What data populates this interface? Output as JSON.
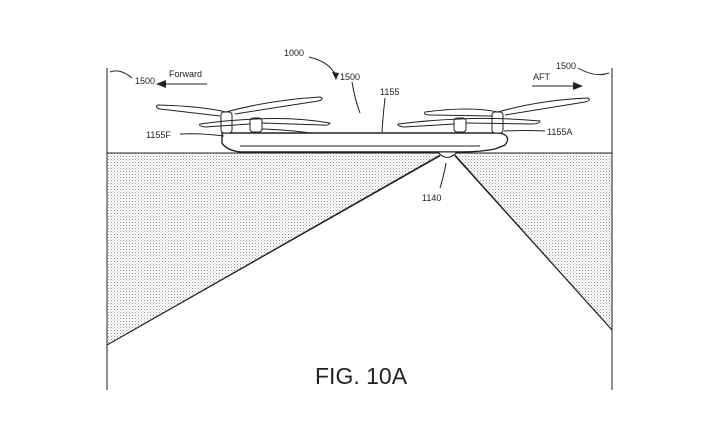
{
  "figure": {
    "caption": "FIG. 10A",
    "labels": {
      "system": "1000",
      "vehicle_top": "1500",
      "fuselage": "1155",
      "forward_end": "1155F",
      "aft_end": "1155A",
      "sensor": "1140",
      "left_frame": "1500",
      "right_frame": "1500"
    },
    "directions": {
      "forward": "Forward",
      "aft": "AFT"
    }
  }
}
